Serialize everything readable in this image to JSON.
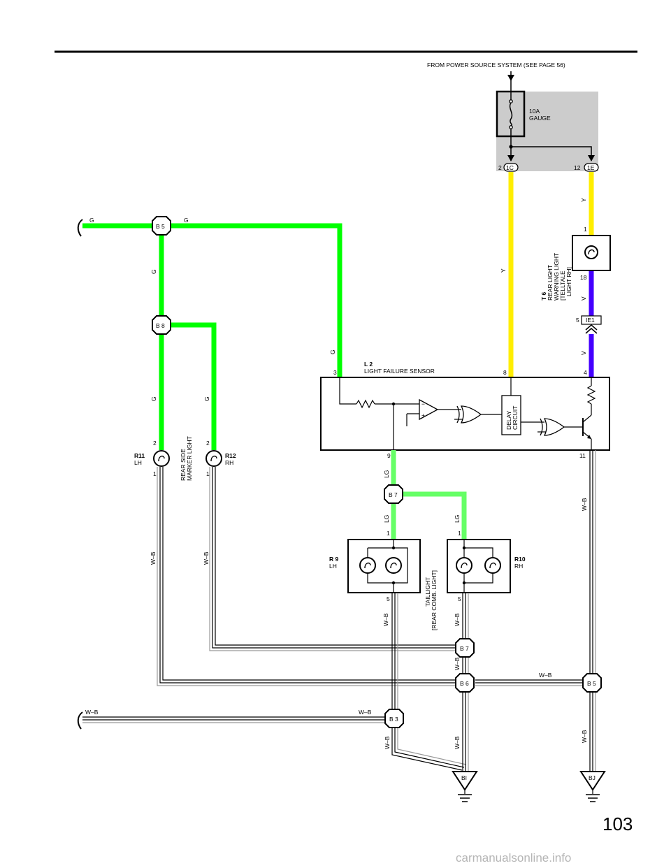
{
  "header": {
    "power_source": "FROM POWER SOURCE SYSTEM (SEE PAGE 56)"
  },
  "fuse": {
    "rating": "10A",
    "name": "GAUGE"
  },
  "junctions": {
    "j_1c": "1C",
    "j_1e": "1E",
    "j_ie1": "IE1"
  },
  "pins": {
    "p2": "2",
    "p12": "12",
    "p1_t6": "1",
    "p18": "18",
    "p5_ie1": "5",
    "p3": "3",
    "p8": "8",
    "p4": "4",
    "p9": "9",
    "p11": "11",
    "p2_r11": "2",
    "p1_r11": "1",
    "p2_r12": "2",
    "p1_r12": "1",
    "p1_r9": "1",
    "p5_r9": "5",
    "p1_r10": "1",
    "p5_r10": "5"
  },
  "wires": {
    "g": "G",
    "y": "Y",
    "v": "V",
    "lg": "LG",
    "wb": "W–B"
  },
  "splices": {
    "b5": "B 5",
    "b8": "B 8",
    "b7": "B 7",
    "b6": "B 6",
    "b3": "B 3",
    "b5r": "B 5",
    "b7r": "B 7"
  },
  "grounds": {
    "bi": "BI",
    "bj": "BJ"
  },
  "components": {
    "t6": {
      "code": "T 6",
      "line1": "REAR LIGHT",
      "line2": "WARNING LIGHT",
      "line3": "[TELLTALE",
      "line4": "LIGHT RH]"
    },
    "l2": {
      "code": "L 2",
      "name": "LIGHT FAILURE SENSOR"
    },
    "delay": {
      "line1": "DELAY",
      "line2": "CIRCUIT"
    },
    "r11": {
      "code": "R11",
      "side": "LH"
    },
    "r12": {
      "code": "R12",
      "side": "RH"
    },
    "rear_side": {
      "line1": "REAR SIDE",
      "line2": "MARKER LIGHT"
    },
    "r9": {
      "code": "R 9",
      "side": "LH"
    },
    "r10": {
      "code": "R10",
      "side": "RH"
    },
    "taillight": {
      "line1": "TAILLIGHT",
      "line2": "[REAR COMB.  LIGHT]"
    }
  },
  "colors": {
    "green": "#00ff00",
    "light_green": "#66ff66",
    "yellow": "#ffee00",
    "violet": "#4400ff",
    "shade": "#cccccc"
  },
  "page_number": "103",
  "watermark": "carmanualsonline.info"
}
